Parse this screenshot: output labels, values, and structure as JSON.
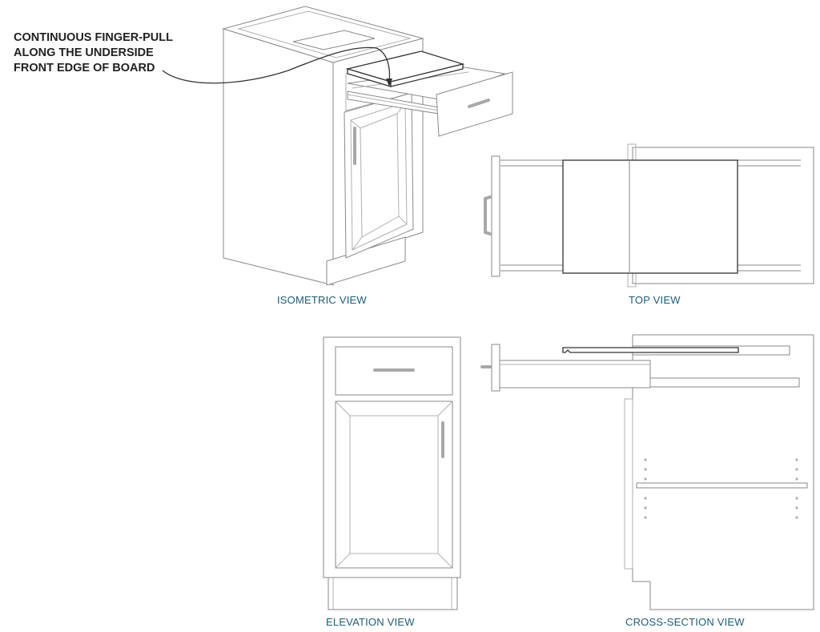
{
  "callout": {
    "lines": [
      "CONTINUOUS FINGER-PULL",
      "ALONG THE UNDERSIDE",
      "FRONT EDGE OF BOARD"
    ]
  },
  "views": {
    "isometric": "ISOMETRIC VIEW",
    "top": "TOP VIEW",
    "elevation": "ELEVATION VIEW",
    "cross_section": "CROSS-SECTION VIEW"
  },
  "colors": {
    "caption": "#1f5c7a",
    "line": "#8a8a8a",
    "board_outline": "#333333",
    "handle": "#a8a8a8"
  }
}
